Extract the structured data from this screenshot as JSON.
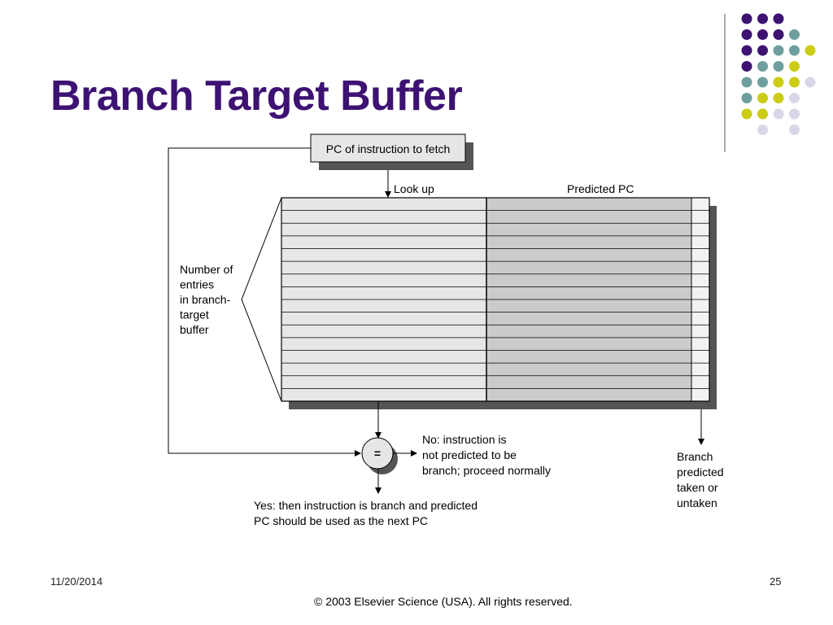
{
  "slide": {
    "title": "Branch Target Buffer",
    "date": "11/20/2014",
    "page_number": "25",
    "copyright": "© 2003 Elsevier Science (USA). All rights reserved."
  },
  "diagram": {
    "pc_box_label": "PC of instruction to fetch",
    "lookup_label": "Look up",
    "predicted_pc_label": "Predicted PC",
    "entries_label": [
      "Number of",
      "entries",
      "in branch-",
      "target",
      "buffer"
    ],
    "compare_symbol": "=",
    "no_label": [
      "No:  instruction is",
      "not predicted to be",
      "branch; proceed normally"
    ],
    "yes_label": [
      "Yes:  then instruction is branch and predicted",
      "PC should be used as the next PC"
    ],
    "branch_label": [
      "Branch",
      "predicted",
      "taken or",
      "untaken"
    ]
  },
  "decoration": {
    "colors": {
      "purple": "#3d1272",
      "teal": "#6f9ea0",
      "yellow": "#cccc14",
      "lavender": "#d8d7ea"
    },
    "dot_grid": [
      [
        "purple",
        "purple",
        "purple",
        null
      ],
      [
        "purple",
        "purple",
        "purple",
        "teal"
      ],
      [
        "purple",
        "purple",
        "teal",
        "teal",
        "yellow"
      ],
      [
        "purple",
        "teal",
        "teal",
        "yellow"
      ],
      [
        "teal",
        "teal",
        "yellow",
        "yellow",
        "lavender"
      ],
      [
        "teal",
        "yellow",
        "yellow",
        "lavender"
      ],
      [
        "yellow",
        "yellow",
        "lavender",
        "lavender"
      ],
      [
        null,
        "lavender",
        null,
        "lavender"
      ]
    ]
  }
}
